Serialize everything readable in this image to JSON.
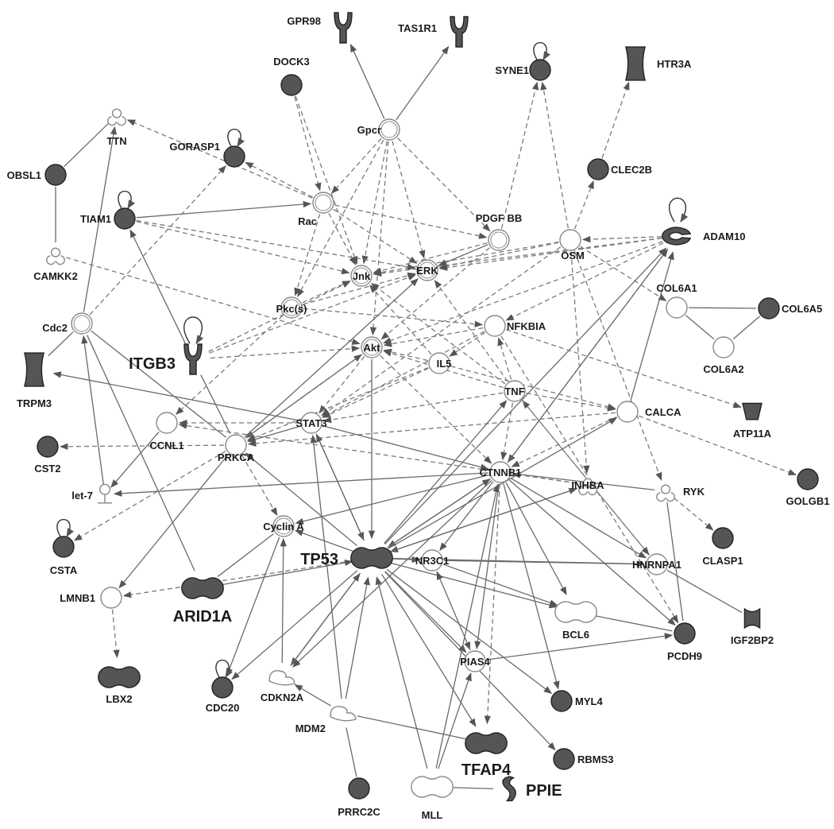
{
  "colors": {
    "filled": "#555555",
    "filled_stroke": "#222222",
    "open_fill": "#ffffff",
    "open_stroke": "#888888",
    "edge": "#6a6a6a",
    "edge_dashed": "#7a7a7a",
    "label": "#1a1a1a"
  },
  "nodes": [
    {
      "id": "GPR98",
      "label": "GPR98",
      "style": "filled",
      "shape": "receptor"
    },
    {
      "id": "TAS1R1",
      "label": "TAS1R1",
      "style": "filled",
      "shape": "receptor"
    },
    {
      "id": "DOCK3",
      "label": "DOCK3",
      "style": "filled",
      "shape": "circle"
    },
    {
      "id": "SYNE1",
      "label": "SYNE1",
      "style": "filled",
      "shape": "circle",
      "self_loop": true
    },
    {
      "id": "HTR3A",
      "label": "HTR3A",
      "style": "filled",
      "shape": "channel"
    },
    {
      "id": "TTN",
      "label": "TTN",
      "style": "open",
      "shape": "kinase"
    },
    {
      "id": "Gpcr",
      "label": "Gpcr",
      "style": "open",
      "shape": "circle",
      "group": true
    },
    {
      "id": "GORASP1",
      "label": "GORASP1",
      "style": "filled",
      "shape": "circle",
      "self_loop": true
    },
    {
      "id": "OBSL1",
      "label": "OBSL1",
      "style": "filled",
      "shape": "circle"
    },
    {
      "id": "CLEC2B",
      "label": "CLEC2B",
      "style": "filled",
      "shape": "circle"
    },
    {
      "id": "TIAM1",
      "label": "TIAM1",
      "style": "filled",
      "shape": "circle",
      "self_loop": true
    },
    {
      "id": "Rac",
      "label": "Rac",
      "style": "open",
      "shape": "circle",
      "group": true
    },
    {
      "id": "PDGF_BB",
      "label": "PDGF BB",
      "style": "open",
      "shape": "circle",
      "group": true
    },
    {
      "id": "OSM",
      "label": "OSM",
      "style": "open",
      "shape": "circle"
    },
    {
      "id": "ADAM10",
      "label": "ADAM10",
      "style": "filled",
      "shape": "peptidase",
      "self_loop": true
    },
    {
      "id": "CAMKK2",
      "label": "CAMKK2",
      "style": "open",
      "shape": "kinase"
    },
    {
      "id": "Jnk",
      "label": "Jnk",
      "style": "open",
      "shape": "circle",
      "group": true
    },
    {
      "id": "ERK",
      "label": "ERK",
      "style": "open",
      "shape": "circle",
      "group": true
    },
    {
      "id": "COL6A1",
      "label": "COL6A1",
      "style": "open",
      "shape": "circle"
    },
    {
      "id": "COL6A5",
      "label": "COL6A5",
      "style": "filled",
      "shape": "circle"
    },
    {
      "id": "Pkc",
      "label": "Pkc(s)",
      "style": "open",
      "shape": "circle",
      "group": true
    },
    {
      "id": "Cdc2",
      "label": "Cdc2",
      "style": "open",
      "shape": "circle",
      "group": true
    },
    {
      "id": "NFKBIA",
      "label": "NFKBIA",
      "style": "open",
      "shape": "circle"
    },
    {
      "id": "COL6A2",
      "label": "COL6A2",
      "style": "open",
      "shape": "circle"
    },
    {
      "id": "ITGB3",
      "label": "ITGB3",
      "style": "filled",
      "shape": "receptor",
      "self_loop": true,
      "large": true
    },
    {
      "id": "Akt",
      "label": "Akt",
      "style": "open",
      "shape": "circle",
      "group": true
    },
    {
      "id": "IL5",
      "label": "IL5",
      "style": "open",
      "shape": "circle"
    },
    {
      "id": "TRPM3",
      "label": "TRPM3",
      "style": "filled",
      "shape": "channel"
    },
    {
      "id": "TNF",
      "label": "TNF",
      "style": "open",
      "shape": "circle"
    },
    {
      "id": "ATP11A",
      "label": "ATP11A",
      "style": "filled",
      "shape": "transporter"
    },
    {
      "id": "STAT3",
      "label": "STAT3",
      "style": "open",
      "shape": "circle"
    },
    {
      "id": "CALCA",
      "label": "CALCA",
      "style": "open",
      "shape": "circle"
    },
    {
      "id": "CCNL1",
      "label": "CCNL1",
      "style": "open",
      "shape": "circle"
    },
    {
      "id": "CST2",
      "label": "CST2",
      "style": "filled",
      "shape": "circle"
    },
    {
      "id": "PRKCA",
      "label": "PRKCA",
      "style": "open",
      "shape": "circle"
    },
    {
      "id": "CTNNB1",
      "label": "CTNNB1",
      "style": "open",
      "shape": "circle"
    },
    {
      "id": "GOLGB1",
      "label": "GOLGB1",
      "style": "filled",
      "shape": "circle"
    },
    {
      "id": "let7",
      "label": "let-7",
      "style": "open",
      "shape": "mirna"
    },
    {
      "id": "INHBA",
      "label": "INHBA",
      "style": "open",
      "shape": "kinase"
    },
    {
      "id": "RYK",
      "label": "RYK",
      "style": "open",
      "shape": "kinase"
    },
    {
      "id": "CyclinA",
      "label": "Cyclin A",
      "style": "open",
      "shape": "circle",
      "group": true
    },
    {
      "id": "CLASP1",
      "label": "CLASP1",
      "style": "filled",
      "shape": "circle"
    },
    {
      "id": "CSTA",
      "label": "CSTA",
      "style": "filled",
      "shape": "circle",
      "self_loop": true
    },
    {
      "id": "TP53",
      "label": "TP53",
      "style": "filled",
      "shape": "tf",
      "large": true
    },
    {
      "id": "NR3C1",
      "label": "NR3C1",
      "style": "open",
      "shape": "circle"
    },
    {
      "id": "HNRNPA1",
      "label": "HNRNPA1",
      "style": "open",
      "shape": "circle"
    },
    {
      "id": "ARID1A",
      "label": "ARID1A",
      "style": "filled",
      "shape": "tf",
      "large": true
    },
    {
      "id": "LMNB1",
      "label": "LMNB1",
      "style": "open",
      "shape": "circle"
    },
    {
      "id": "IGF2BP2",
      "label": "IGF2BP2",
      "style": "filled",
      "shape": "translation"
    },
    {
      "id": "BCL6",
      "label": "BCL6",
      "style": "open",
      "shape": "tf"
    },
    {
      "id": "PCDH9",
      "label": "PCDH9",
      "style": "filled",
      "shape": "circle"
    },
    {
      "id": "PIAS4",
      "label": "PIAS4",
      "style": "open",
      "shape": "circle"
    },
    {
      "id": "LBX2",
      "label": "LBX2",
      "style": "filled",
      "shape": "tf"
    },
    {
      "id": "CDC20",
      "label": "CDC20",
      "style": "filled",
      "shape": "circle",
      "self_loop": true
    },
    {
      "id": "CDKN2A",
      "label": "CDKN2A",
      "style": "open",
      "shape": "enzyme"
    },
    {
      "id": "MYL4",
      "label": "MYL4",
      "style": "filled",
      "shape": "circle"
    },
    {
      "id": "MDM2",
      "label": "MDM2",
      "style": "open",
      "shape": "enzyme"
    },
    {
      "id": "TFAP4",
      "label": "TFAP4",
      "style": "filled",
      "shape": "tf",
      "large": true
    },
    {
      "id": "RBMS3",
      "label": "RBMS3",
      "style": "filled",
      "shape": "circle"
    },
    {
      "id": "PRRC2C",
      "label": "PRRC2C",
      "style": "filled",
      "shape": "circle"
    },
    {
      "id": "MLL",
      "label": "MLL",
      "style": "open",
      "shape": "tf"
    },
    {
      "id": "PPIE",
      "label": "PPIE",
      "style": "filled",
      "shape": "enzyme2",
      "large": true
    }
  ],
  "edges": [
    [
      "Gpcr",
      "GPR98",
      0,
      1
    ],
    [
      "Gpcr",
      "TAS1R1",
      0,
      1
    ],
    [
      "DOCK3",
      "Rac",
      1,
      1
    ],
    [
      "OSM",
      "SYNE1",
      1,
      1
    ],
    [
      "CLEC2B",
      "HTR3A",
      1,
      1
    ],
    [
      "OBSL1",
      "TTN",
      0,
      0
    ],
    [
      "OBSL1",
      "CAMKK2",
      0,
      0
    ],
    [
      "Rac",
      "GORASP1",
      1,
      1
    ],
    [
      "TIAM1",
      "Rac",
      0,
      1
    ],
    [
      "ITGB3",
      "TIAM1",
      0,
      1
    ],
    [
      "Rac",
      "TTN",
      1,
      1
    ],
    [
      "Gpcr",
      "Rac",
      1,
      1
    ],
    [
      "Gpcr",
      "Jnk",
      1,
      1
    ],
    [
      "Gpcr",
      "ERK",
      1,
      1
    ],
    [
      "Gpcr",
      "Akt",
      1,
      1
    ],
    [
      "Gpcr",
      "Pkc",
      1,
      1
    ],
    [
      "Gpcr",
      "PDGF_BB",
      1,
      1
    ],
    [
      "Rac",
      "Jnk",
      1,
      1
    ],
    [
      "Rac",
      "Pkc",
      1,
      1
    ],
    [
      "Rac",
      "ERK",
      1,
      1
    ],
    [
      "Rac",
      "PDGF_BB",
      1,
      1
    ],
    [
      "PDGF_BB",
      "SYNE1",
      1,
      1
    ],
    [
      "PDGF_BB",
      "ERK",
      0,
      1
    ],
    [
      "PDGF_BB",
      "Jnk",
      1,
      1
    ],
    [
      "PDGF_BB",
      "Akt",
      1,
      1
    ],
    [
      "OSM",
      "CLEC2B",
      1,
      1
    ],
    [
      "OSM",
      "ERK",
      1,
      1
    ],
    [
      "OSM",
      "Jnk",
      1,
      1
    ],
    [
      "OSM",
      "STAT3",
      1,
      1
    ],
    [
      "OSM",
      "COL6A1",
      1,
      1
    ],
    [
      "ADAM10",
      "Jnk",
      1,
      1
    ],
    [
      "ADAM10",
      "ERK",
      1,
      1
    ],
    [
      "ADAM10",
      "Akt",
      1,
      1
    ],
    [
      "ADAM10",
      "NFKBIA",
      1,
      1
    ],
    [
      "ADAM10",
      "CTNNB1",
      1,
      1
    ],
    [
      "ADAM10",
      "OSM",
      1,
      1
    ],
    [
      "CAMKK2",
      "Akt",
      1,
      1
    ],
    [
      "TIAM1",
      "Jnk",
      1,
      1
    ],
    [
      "TIAM1",
      "ERK",
      1,
      1
    ],
    [
      "Pkc",
      "ERK",
      1,
      1
    ],
    [
      "Pkc",
      "Jnk",
      1,
      1
    ],
    [
      "Pkc",
      "NFKBIA",
      1,
      1
    ],
    [
      "Cdc2",
      "TTN",
      0,
      1
    ],
    [
      "Cdc2",
      "GORASP1",
      1,
      1
    ],
    [
      "Cdc2",
      "TRPM3",
      0,
      0
    ],
    [
      "Cdc2",
      "PRKCA",
      0,
      0
    ],
    [
      "COL6A1",
      "COL6A5",
      0,
      0
    ],
    [
      "COL6A1",
      "COL6A2",
      0,
      0
    ],
    [
      "COL6A5",
      "COL6A2",
      0,
      0
    ],
    [
      "ITGB3",
      "Akt",
      1,
      1
    ],
    [
      "ITGB3",
      "Jnk",
      1,
      1
    ],
    [
      "ITGB3",
      "ERK",
      1,
      1
    ],
    [
      "ITGB3",
      "PRKCA",
      0,
      0
    ],
    [
      "NFKBIA",
      "Akt",
      1,
      1
    ],
    [
      "NFKBIA",
      "IL5",
      1,
      1
    ],
    [
      "NFKBIA",
      "ATP11A",
      1,
      1
    ],
    [
      "NFKBIA",
      "STAT3",
      1,
      1
    ],
    [
      "TNF",
      "NFKBIA",
      1,
      1
    ],
    [
      "TNF",
      "Akt",
      1,
      1
    ],
    [
      "TNF",
      "STAT3",
      1,
      1
    ],
    [
      "TNF",
      "CTNNB1",
      1,
      1
    ],
    [
      "TNF",
      "CALCA",
      1,
      1
    ],
    [
      "TNF",
      "ERK",
      1,
      1
    ],
    [
      "TNF",
      "Jnk",
      1,
      1
    ],
    [
      "IL5",
      "Akt",
      1,
      1
    ],
    [
      "IL5",
      "Jnk",
      1,
      1
    ],
    [
      "IL5",
      "STAT3",
      1,
      1
    ],
    [
      "IL5",
      "CALCA",
      1,
      1
    ],
    [
      "STAT3",
      "TRPM3",
      0,
      1
    ],
    [
      "STAT3",
      "TP53",
      0,
      1
    ],
    [
      "STAT3",
      "CCNL1",
      1,
      1
    ],
    [
      "STAT3",
      "CTNNB1",
      0,
      1
    ],
    [
      "Akt",
      "STAT3",
      1,
      1
    ],
    [
      "Akt",
      "CTNNB1",
      1,
      1
    ],
    [
      "Akt",
      "TP53",
      0,
      1
    ],
    [
      "Akt",
      "PRKCA",
      1,
      1
    ],
    [
      "CALCA",
      "GOLGB1",
      1,
      1
    ],
    [
      "CALCA",
      "CTNNB1",
      1,
      1
    ],
    [
      "CALCA",
      "ADAM10",
      0,
      1
    ],
    [
      "CALCA",
      "PRKCA",
      1,
      1
    ],
    [
      "PRKCA",
      "CST2",
      1,
      1
    ],
    [
      "PRKCA",
      "CSTA",
      1,
      1
    ],
    [
      "PRKCA",
      "LMNB1",
      0,
      1
    ],
    [
      "PRKCA",
      "ERK",
      0,
      1
    ],
    [
      "PRKCA",
      "Akt",
      0,
      1
    ],
    [
      "PRKCA",
      "CyclinA",
      1,
      1
    ],
    [
      "CTNNB1",
      "TP53",
      0,
      1
    ],
    [
      "CTNNB1",
      "CyclinA",
      0,
      1
    ],
    [
      "CTNNB1",
      "BCL6",
      0,
      1
    ],
    [
      "CTNNB1",
      "PCDH9",
      0,
      1
    ],
    [
      "CTNNB1",
      "MYL4",
      0,
      1
    ],
    [
      "CTNNB1",
      "TFAP4",
      1,
      1
    ],
    [
      "CTNNB1",
      "NR3C1",
      0,
      1
    ],
    [
      "CTNNB1",
      "HNRNPA1",
      0,
      1
    ],
    [
      "CTNNB1",
      "PIAS4",
      0,
      1
    ],
    [
      "CTNNB1",
      "CDKN2A",
      0,
      1
    ],
    [
      "CTNNB1",
      "ADAM10",
      0,
      1
    ],
    [
      "CTNNB1",
      "let7",
      0,
      1
    ],
    [
      "let7",
      "Cdc2",
      0,
      1
    ],
    [
      "INHBA",
      "TP53",
      0,
      1
    ],
    [
      "INHBA",
      "CTNNB1",
      1,
      1
    ],
    [
      "RYK",
      "CLASP1",
      1,
      1
    ],
    [
      "RYK",
      "PCDH9",
      0,
      0
    ],
    [
      "RYK",
      "CTNNB1",
      0,
      0
    ],
    [
      "TP53",
      "CyclinA",
      0,
      1
    ],
    [
      "TP53",
      "NR3C1",
      0,
      1
    ],
    [
      "TP53",
      "CTNNB1",
      0,
      1
    ],
    [
      "TP53",
      "PRKCA",
      0,
      1
    ],
    [
      "TP53",
      "STAT3",
      0,
      1
    ],
    [
      "TP53",
      "INHBA",
      0,
      1
    ],
    [
      "TP53",
      "BCL6",
      0,
      1
    ],
    [
      "TP53",
      "PIAS4",
      0,
      1
    ],
    [
      "TP53",
      "MYL4",
      0,
      1
    ],
    [
      "TP53",
      "RBMS3",
      0,
      1
    ],
    [
      "TP53",
      "CDC20",
      0,
      1
    ],
    [
      "TP53",
      "CDKN2A",
      0,
      1
    ],
    [
      "TP53",
      "TFAP4",
      0,
      1
    ],
    [
      "TP53",
      "HNRNPA1",
      0,
      1
    ],
    [
      "TP53",
      "LMNB1",
      1,
      1
    ],
    [
      "TP53",
      "CALCA",
      0,
      1
    ],
    [
      "TP53",
      "ADAM10",
      0,
      1
    ],
    [
      "TP53",
      "TNF",
      0,
      1
    ],
    [
      "ARID1A",
      "TP53",
      0,
      1
    ],
    [
      "ARID1A",
      "CyclinA",
      0,
      0
    ],
    [
      "ARID1A",
      "Cdc2",
      0,
      0
    ],
    [
      "MDM2",
      "TP53",
      0,
      1
    ],
    [
      "MDM2",
      "CDKN2A",
      0,
      1
    ],
    [
      "MDM2",
      "TFAP4",
      0,
      0
    ],
    [
      "MDM2",
      "STAT3",
      0,
      1
    ],
    [
      "MLL",
      "TP53",
      0,
      1
    ],
    [
      "MLL",
      "CTNNB1",
      0,
      1
    ],
    [
      "MLL",
      "PPIE",
      0,
      0
    ],
    [
      "MLL",
      "PIAS4",
      0,
      1
    ],
    [
      "PRRC2C",
      "MDM2",
      0,
      0
    ],
    [
      "LMNB1",
      "LBX2",
      1,
      1
    ],
    [
      "NR3C1",
      "PIAS4",
      0,
      1
    ],
    [
      "NR3C1",
      "HNRNPA1",
      0,
      0
    ],
    [
      "NR3C1",
      "BCL6",
      0,
      1
    ],
    [
      "HNRNPA1",
      "IGF2BP2",
      0,
      0
    ],
    [
      "HNRNPA1",
      "TNF",
      1,
      1
    ],
    [
      "BCL6",
      "PCDH9",
      0,
      0
    ],
    [
      "PIAS4",
      "PCDH9",
      0,
      1
    ],
    [
      "PIAS4",
      "NR3C1",
      1,
      1
    ],
    [
      "CDKN2A",
      "CyclinA",
      0,
      1
    ],
    [
      "CDKN2A",
      "TP53",
      0,
      1
    ],
    [
      "CyclinA",
      "CDC20",
      0,
      1
    ],
    [
      "INHBA",
      "CCNL1",
      1,
      1
    ],
    [
      "CCNL1",
      "let7",
      0,
      1
    ],
    [
      "IL5",
      "PRKCA",
      1,
      1
    ],
    [
      "OSM",
      "INHBA",
      1,
      1
    ],
    [
      "OSM",
      "RYK",
      1,
      1
    ],
    [
      "TNF",
      "HNRNPA1",
      1,
      1
    ],
    [
      "NFKBIA",
      "PCDH9",
      1,
      1
    ],
    [
      "DOCK3",
      "Jnk",
      1,
      1
    ],
    [
      "Pkc",
      "CCNL1",
      1,
      1
    ],
    [
      "STAT3",
      "PRKCA",
      0,
      1
    ]
  ]
}
